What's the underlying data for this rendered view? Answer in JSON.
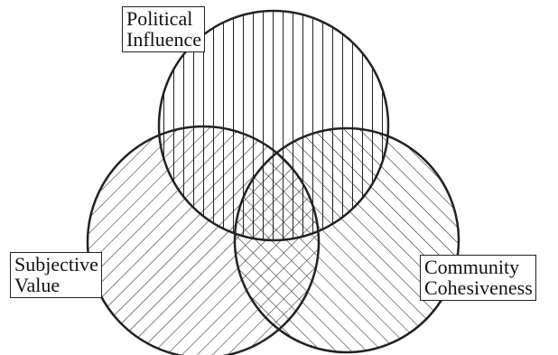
{
  "diagram": {
    "type": "venn-3",
    "fill": "hatched",
    "colors": {
      "stroke": "#222222",
      "background": "#ffffff"
    },
    "sets": [
      {
        "id": "political",
        "label_lines": [
          "Political",
          "Influence"
        ],
        "hatch": "vertical"
      },
      {
        "id": "subjective",
        "label_lines": [
          "Subjective",
          "Value"
        ],
        "hatch": "diagonal-down-right"
      },
      {
        "id": "community",
        "label_lines": [
          "Community",
          "Cohesiveness"
        ],
        "hatch": "diagonal-down-left"
      }
    ]
  }
}
